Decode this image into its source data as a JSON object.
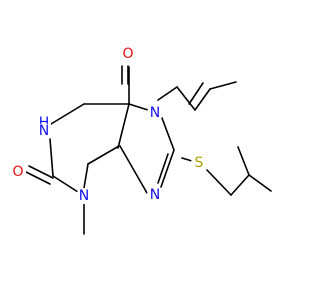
{
  "molecule": {
    "colors": {
      "N": "#1010ee",
      "O": "#ee1010",
      "S": "#b3a000",
      "bond": "#000000"
    },
    "labels": {
      "O_top": "O",
      "O_left": "O",
      "N7": "N",
      "NH": "H",
      "NH_N": "N",
      "N3": "N",
      "N9": "N",
      "S": "S"
    }
  }
}
